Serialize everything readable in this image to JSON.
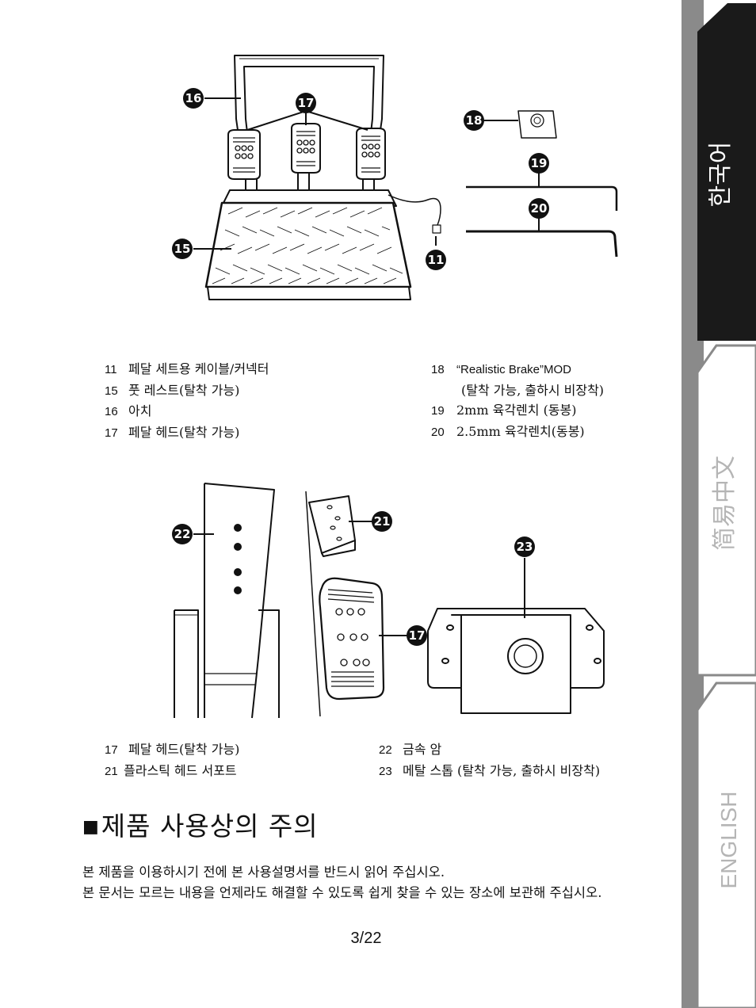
{
  "figure1": {
    "callouts": [
      "16",
      "17",
      "18",
      "19",
      "20",
      "15",
      "11"
    ]
  },
  "legend1": {
    "left": [
      {
        "num": "11",
        "text": "페달 세트용 케이블/커넥터"
      },
      {
        "num": "15",
        "text": "풋 레스트(탈착 가능)"
      },
      {
        "num": "16",
        "text": "아치"
      },
      {
        "num": "17",
        "text": "페달 헤드(탈착 가능)"
      }
    ],
    "right": [
      {
        "num": "18",
        "text": "“Realistic Brake”MOD"
      },
      {
        "num": "",
        "text": "(탈착 가능, 출하시 비장착)"
      },
      {
        "num": "19",
        "text": "2mm  육각렌치 (동봉)"
      },
      {
        "num": "20",
        "text": "2.5mm 육각렌치(동봉)"
      }
    ]
  },
  "figure2": {
    "callouts": [
      "22",
      "21",
      "23",
      "17"
    ]
  },
  "legend2": {
    "left": [
      {
        "num": "17",
        "text": "페달 헤드(탈착 가능)"
      },
      {
        "num": "21",
        "text": "플라스틱 헤드 서포트"
      }
    ],
    "right": [
      {
        "num": "22",
        "text": "금속 암"
      },
      {
        "num": "23",
        "text": "메탈 스톱 (탈착 가능, 출하시 비장착)"
      }
    ]
  },
  "section": {
    "bullet": "■",
    "title": "제품 사용상의 주의"
  },
  "body": {
    "paragraphs": [
      "본 제품을 이용하시기 전에 본 사용설명서를 반드시 읽어 주십시오.",
      "본 문서는 모르는 내용을 언제라도 해결할 수 있도록 쉽게 찾을 수 있는 장소에 보관해 주십시오."
    ]
  },
  "page_number": "3/22",
  "tabs": [
    {
      "label": "한국어",
      "active": true
    },
    {
      "label": "简易中文",
      "active": false
    },
    {
      "label": "ENGLISH",
      "active": false
    }
  ],
  "colors": {
    "active_tab": "#1a1a1a",
    "inactive_tab": "#ffffff",
    "inactive_tab_text": "#b5b5b5",
    "tab_divider": "#8a8a8a"
  }
}
